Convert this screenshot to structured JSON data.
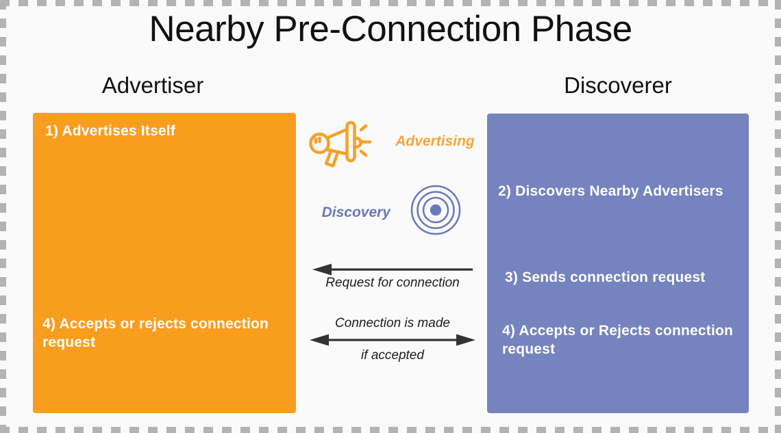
{
  "title": "Nearby Pre-Connection Phase",
  "advertiser": {
    "header": "Advertiser",
    "step1": "1) Advertises Itself",
    "step4": "4) Accepts or rejects connection request"
  },
  "discoverer": {
    "header": "Discoverer",
    "step2": "2) Discovers Nearby Advertisers",
    "step3": "3) Sends connection request",
    "step4": "4) Accepts or Rejects connection request"
  },
  "flows": {
    "advertising_label": "Advertising",
    "discovery_label": "Discovery",
    "request_arrow_label": "Request for connection",
    "connection_arrow_label_top": "Connection is made",
    "connection_arrow_label_bottom": "if accepted"
  },
  "icons": {
    "megaphone": "megaphone-icon",
    "radar": "radar-concentric-circles-icon",
    "request_arrow": "arrow-pointing-left",
    "connection_arrow": "double-headed-arrow"
  },
  "colors": {
    "advertiser_box": "#F99D1F",
    "discoverer_box": "#7583BE",
    "advertising_label": "#F7A637",
    "discovery_label": "#6A79B8",
    "arrow": "#333333",
    "border_dash": "#B3B3B3",
    "background": "#FAFAFA",
    "box_text": "#FFFFFF"
  }
}
